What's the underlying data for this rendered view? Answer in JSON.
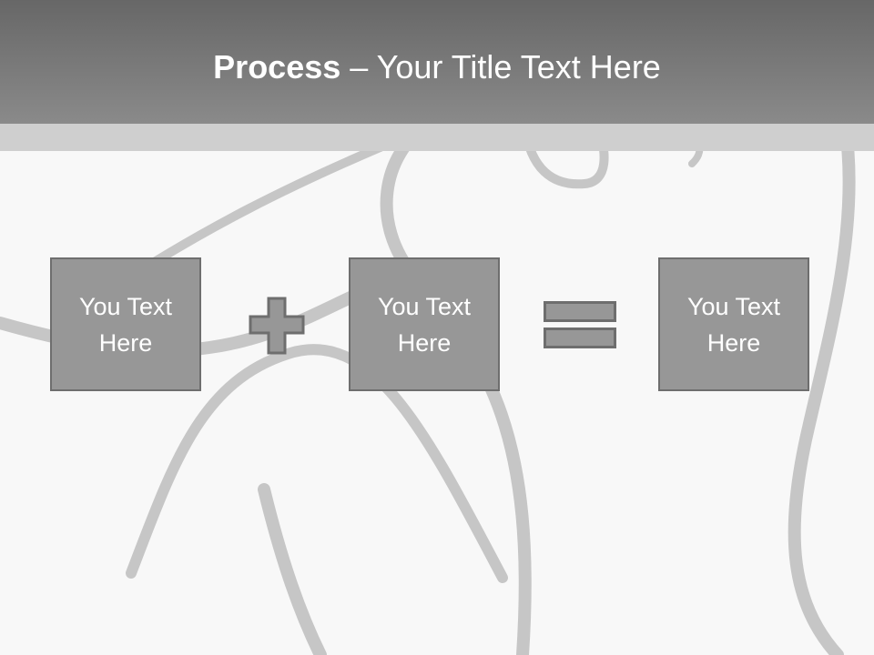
{
  "slide": {
    "title": {
      "bold": "Process",
      "rest": " – Your Title Text Here"
    },
    "boxes": [
      {
        "text": "You Text Here"
      },
      {
        "text": "You Text Here"
      },
      {
        "text": "You Text Here"
      }
    ],
    "operators": [
      "plus",
      "equals"
    ]
  },
  "colors": {
    "header_top": "#676767",
    "header_bottom": "#8a8a8a",
    "strip": "#cfcfcf",
    "box_fill": "#979797",
    "box_border": "#6e6e6e",
    "background": "#f8f8f8",
    "ribbon": "#c6c6c6",
    "text": "#ffffff"
  }
}
